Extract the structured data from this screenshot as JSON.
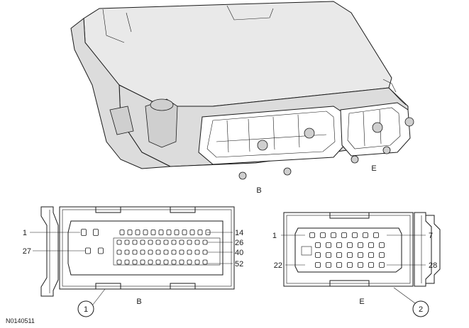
{
  "module_view": {
    "connector_labels": [
      "B",
      "E"
    ]
  },
  "connector_b": {
    "label": "B",
    "callout": "1",
    "pin_labels": {
      "top_left": "1",
      "top_right": "14",
      "row2_right": "26",
      "mid_left": "27",
      "row3_right": "40",
      "bottom_right": "52"
    }
  },
  "connector_e": {
    "label": "E",
    "callout": "2",
    "pin_labels": {
      "top_left": "1",
      "top_right": "7",
      "bottom_left": "22",
      "bottom_right": "28"
    }
  },
  "figure_id": "N0140511"
}
